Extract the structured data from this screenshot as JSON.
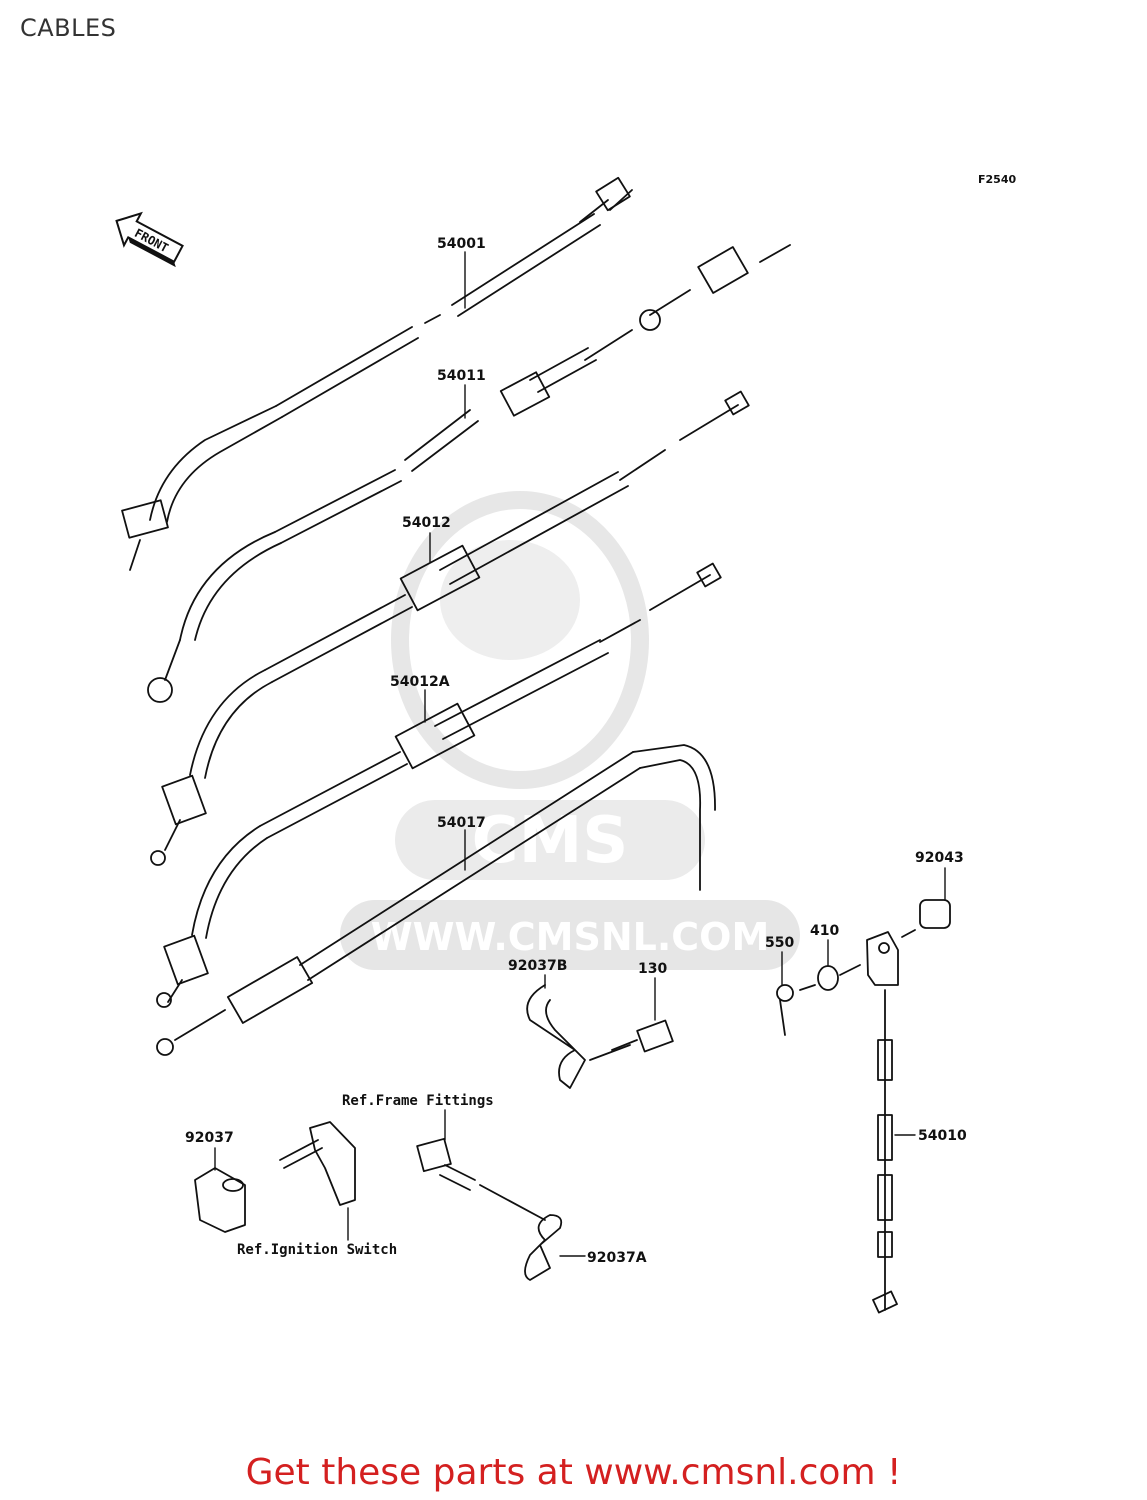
{
  "title": "CABLES",
  "figure_code": "F2540",
  "front_label": "FRONT",
  "watermark": "WWW.CMSNL.COM",
  "parts": {
    "p54001": "54001",
    "p54011": "54011",
    "p54012": "54012",
    "p54012A": "54012A",
    "p54017": "54017",
    "p92043": "92043",
    "p410": "410",
    "p550": "550",
    "p92037B": "92037B",
    "p130": "130",
    "p54010": "54010",
    "p92037": "92037",
    "p92037A": "92037A"
  },
  "refs": {
    "frame": "Ref.Frame Fittings",
    "ignition": "Ref.Ignition Switch"
  },
  "cta": "Get these parts at www.cmsnl.com !",
  "colors": {
    "cta": "#d42020",
    "line": "#111111",
    "watermark": "#e6e6e6"
  }
}
